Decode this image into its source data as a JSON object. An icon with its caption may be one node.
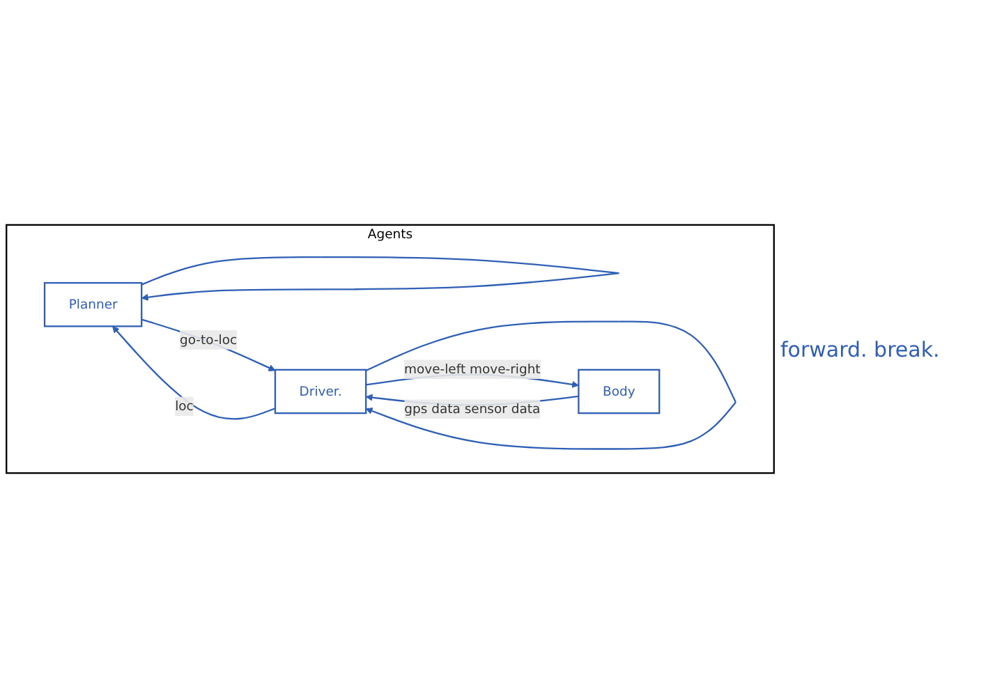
{
  "diagram": {
    "nodes": [
      {
        "text": [
          "Agents"
        ]
      },
      {
        "text": [
          "Planner"
        ],
        "in": 0
      },
      {
        "text": [
          "Driver."
        ],
        "in": 0
      },
      {
        "text": [
          "Body"
        ],
        "in": 0
      }
    ],
    "edges": [
      {
        "from": 1,
        "to": 1,
        "arrow": "to"
      },
      {
        "from": 1,
        "to": 2,
        "arrow": "to",
        "label": "go-to-loc"
      },
      {
        "from": 2,
        "to": 1,
        "arrow": "to",
        "label": "loc"
      },
      {
        "from": 2,
        "to": 2,
        "arrow": "to"
      },
      {
        "from": 2,
        "to": 3,
        "arrow": "to",
        "label": "move-left move-right"
      },
      {
        "from": 3,
        "to": 2,
        "arrow": "to",
        "label": "gps data sensor data"
      }
    ],
    "labels": [
      "forward. break."
    ]
  }
}
